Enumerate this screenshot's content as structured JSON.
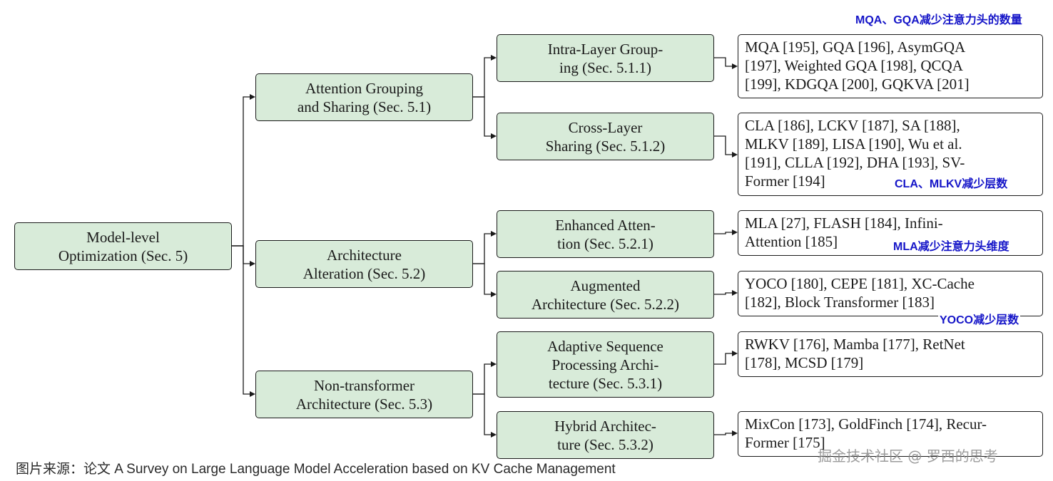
{
  "diagram": {
    "root": {
      "lines": [
        "Model-level",
        "Optimization (Sec. 5)"
      ]
    },
    "level1": [
      {
        "id": "l1-grouping",
        "lines": [
          "Attention Grouping",
          "and Sharing (Sec. 5.1)"
        ]
      },
      {
        "id": "l1-alteration",
        "lines": [
          "Architecture",
          "Alteration (Sec. 5.2)"
        ]
      },
      {
        "id": "l1-nontransformer",
        "lines": [
          "Non-transformer",
          "Architecture (Sec. 5.3)"
        ]
      }
    ],
    "level2": [
      {
        "id": "l2-intra",
        "lines": [
          "Intra-Layer Group-",
          "ing (Sec. 5.1.1)"
        ]
      },
      {
        "id": "l2-cross",
        "lines": [
          "Cross-Layer",
          "Sharing (Sec. 5.1.2)"
        ]
      },
      {
        "id": "l2-enhanced",
        "lines": [
          "Enhanced Atten-",
          "tion (Sec. 5.2.1)"
        ]
      },
      {
        "id": "l2-augmented",
        "lines": [
          "Augmented",
          "Architecture (Sec. 5.2.2)"
        ]
      },
      {
        "id": "l2-adaptive",
        "lines": [
          "Adaptive Sequence",
          "Processing Archi-",
          "tecture (Sec. 5.3.1)"
        ]
      },
      {
        "id": "l2-hybrid",
        "lines": [
          "Hybrid Architec-",
          "ture (Sec. 5.3.2)"
        ]
      }
    ],
    "leaves": [
      {
        "id": "leaf-intra",
        "lines": [
          "MQA [195], GQA [196], AsymGQA",
          "[197], Weighted GQA [198], QCQA",
          "[199], KDGQA [200], GQKVA [201]"
        ]
      },
      {
        "id": "leaf-cross",
        "lines": [
          "CLA [186], LCKV [187], SA [188],",
          "MLKV [189], LISA [190], Wu et al.",
          "[191], CLLA [192], DHA [193], SV-",
          "Former [194]"
        ]
      },
      {
        "id": "leaf-enhanced",
        "lines": [
          "MLA [27], FLASH [184], Infini-",
          "Attention [185]"
        ]
      },
      {
        "id": "leaf-augmented",
        "lines": [
          "YOCO [180], CEPE [181], XC-Cache",
          "[182], Block Transformer [183]"
        ]
      },
      {
        "id": "leaf-adaptive",
        "lines": [
          "RWKV [176], Mamba [177], RetNet",
          "[178], MCSD [179]"
        ]
      },
      {
        "id": "leaf-hybrid",
        "lines": [
          "MixCon [173], GoldFinch [174], Recur-",
          "Former [175]"
        ]
      }
    ],
    "annotations": [
      {
        "id": "note-mqa",
        "text": "MQA、GQA减少注意力头的数量"
      },
      {
        "id": "note-cla",
        "text": "CLA、MLKV减少层数"
      },
      {
        "id": "note-mla",
        "text": "MLA减少注意力头维度"
      },
      {
        "id": "note-yoco",
        "text": "YOCO减少层数"
      }
    ]
  },
  "caption": "图片来源：论文 A Survey on Large Language Model Acceleration based on KV Cache Management",
  "watermark": "掘金技术社区 @ 罗西的思考",
  "colors": {
    "node_fill": "#d8ebd9",
    "leaf_fill": "#ffffff",
    "border": "#1a1a1a",
    "annotation": "#1515c8"
  }
}
